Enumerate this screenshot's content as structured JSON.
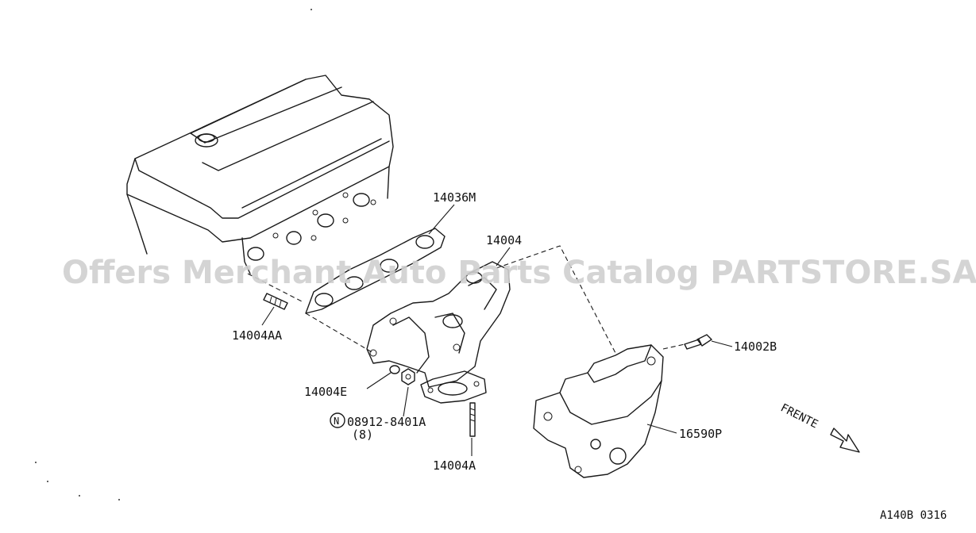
{
  "watermark": "Offers Merchant Auto Parts Catalog PARTSTORE.SA",
  "direction_label": "FRENTE",
  "diagram_code": "A140B 0316",
  "parts": [
    {
      "id": "manifold-gasket",
      "label": "14036M"
    },
    {
      "id": "exhaust-manifold",
      "label": "14004"
    },
    {
      "id": "stud-upper",
      "label": "14004AA"
    },
    {
      "id": "washer",
      "label": "14004E"
    },
    {
      "id": "nut",
      "label": "08912-8401A"
    },
    {
      "id": "nut-qty",
      "label": "(8)"
    },
    {
      "id": "stud-lower",
      "label": "14004A"
    },
    {
      "id": "heat-shield-bolt",
      "label": "14002B"
    },
    {
      "id": "heat-shield",
      "label": "16590P"
    }
  ],
  "nut_symbol": "N"
}
